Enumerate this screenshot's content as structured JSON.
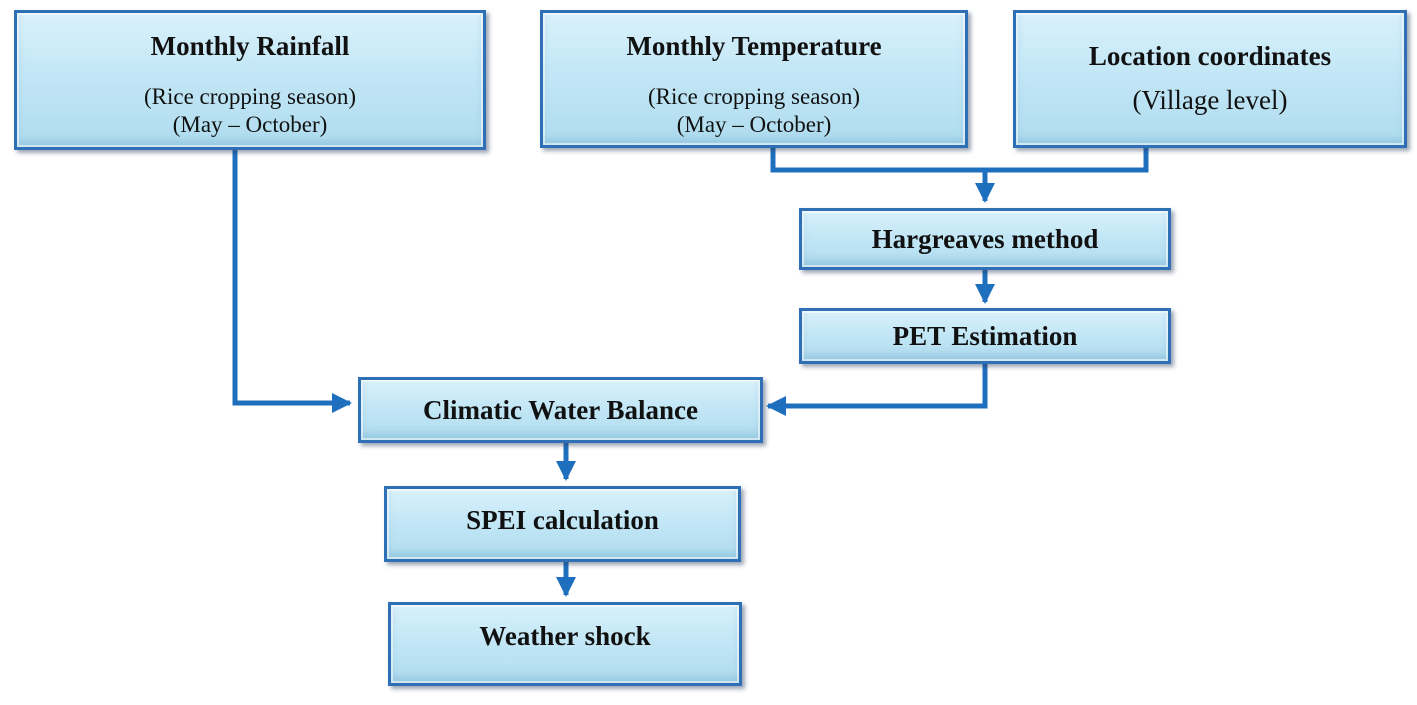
{
  "nodes": {
    "rainfall": {
      "title": "Monthly Rainfall",
      "line1": "(Rice cropping season)",
      "line2": "(May – October)"
    },
    "temperature": {
      "title": "Monthly Temperature",
      "line1": "(Rice cropping season)",
      "line2": "(May – October)"
    },
    "location": {
      "title": "Location coordinates",
      "line1": "(Village level)"
    },
    "hargreaves": {
      "title": "Hargreaves method"
    },
    "pet": {
      "title": "PET Estimation"
    },
    "cwb": {
      "title": "Climatic Water Balance"
    },
    "spei": {
      "title": "SPEI calculation"
    },
    "shock": {
      "title": "Weather shock"
    }
  },
  "colors": {
    "box_border": "#2f6fb5",
    "box_fill": "#c3e7f6",
    "arrow": "#1f6fbf"
  }
}
